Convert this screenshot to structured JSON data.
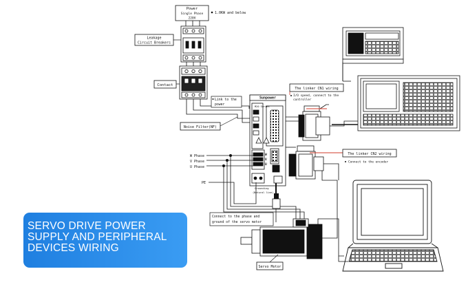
{
  "power": {
    "label": "Power",
    "phase": "Single Phase",
    "voltage": "220V",
    "note": "1.0KW and below"
  },
  "leakage_breaker": {
    "line1": "Leakage",
    "line2": "Circuit Breakers"
  },
  "contact": {
    "label": "Contact"
  },
  "link_to_power": {
    "line1": "Link to the",
    "line2": "power"
  },
  "noise_filter": {
    "label": "Noise Filter(NF)"
  },
  "phases": {
    "w": "W Phase",
    "v": "V Phase",
    "u": "U Phase"
  },
  "pe": {
    "label": "PE"
  },
  "drive": {
    "brand": "Sunpower",
    "series": "M20 Series",
    "grounding": "Grounding",
    "grounding_sub": "(Natural line)",
    "terminals": [
      "W",
      "V",
      "U"
    ]
  },
  "cn1": {
    "title": "The linker CN1 wiring",
    "note1": "I/O speed, connect to the",
    "note2": "controller"
  },
  "cn2": {
    "title": "The linker CN2 wiring",
    "note": "Connect to the encoder"
  },
  "motor_connect": {
    "line1": "Connect to the phase and",
    "line2": "ground of the servo motor"
  },
  "servo_motor": {
    "label": "Servo Motor"
  },
  "banner": {
    "lines": [
      "SERVO DRIVE POWER",
      "SUPPLY AND PERIPHERAL",
      "DEVICES WIRING"
    ],
    "color": "#2b8ff0"
  },
  "colors": {
    "callout": "#d23a2a",
    "ink": "#111111"
  },
  "icons": [
    "laptop-icon",
    "cnc-controller-icon",
    "plc-icon",
    "servo-motor-icon",
    "servo-drive-icon",
    "breaker-icon",
    "contactor-icon"
  ]
}
